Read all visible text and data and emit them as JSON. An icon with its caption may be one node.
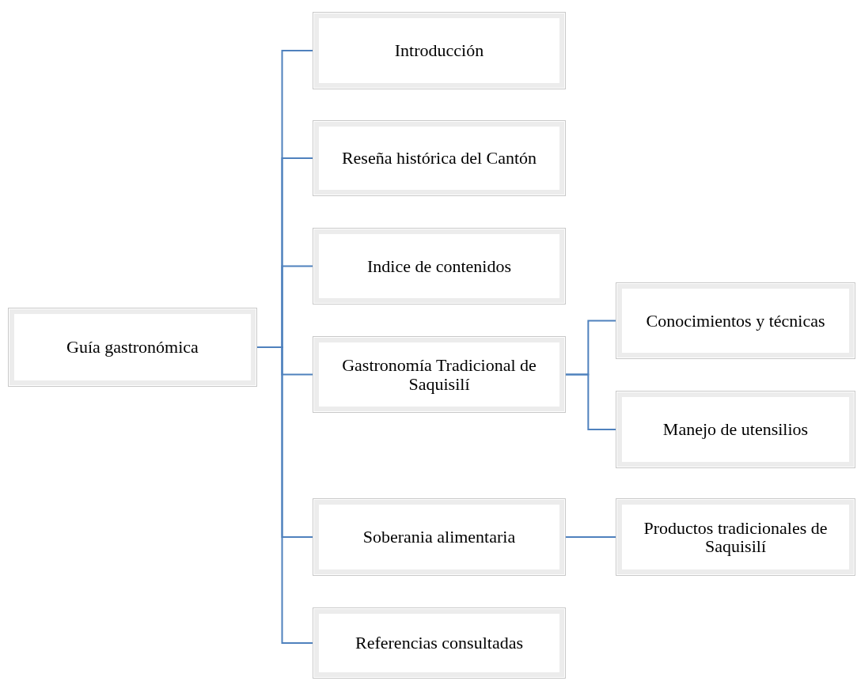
{
  "diagram": {
    "nodes": [
      {
        "text": [
          "Guía gastronómica"
        ]
      },
      {
        "text": [
          "Introducción"
        ]
      },
      {
        "text": [
          "Reseña histórica del Cantón"
        ]
      },
      {
        "text": [
          "Indice de contenidos"
        ]
      },
      {
        "text": [
          "Gastronomía Tradicional de Saquisilí"
        ]
      },
      {
        "text": [
          "Conocimientos y técnicas"
        ]
      },
      {
        "text": [
          "Manejo de utensilios"
        ]
      },
      {
        "text": [
          "Soberania alimentaria"
        ]
      },
      {
        "text": [
          "Productos tradicionales de Saquisilí"
        ]
      },
      {
        "text": [
          "Referencias consultadas"
        ]
      }
    ],
    "edges": [
      {
        "from": 0,
        "to": 1,
        "arrow": "none"
      },
      {
        "from": 0,
        "to": 2,
        "arrow": "none"
      },
      {
        "from": 0,
        "to": 3,
        "arrow": "none"
      },
      {
        "from": 0,
        "to": 4,
        "arrow": "none"
      },
      {
        "from": 0,
        "to": 7,
        "arrow": "none"
      },
      {
        "from": 0,
        "to": 9,
        "arrow": "none"
      },
      {
        "from": 4,
        "to": 5,
        "arrow": "none"
      },
      {
        "from": 4,
        "to": 6,
        "arrow": "none"
      },
      {
        "from": 7,
        "to": 8,
        "arrow": "none"
      }
    ]
  }
}
